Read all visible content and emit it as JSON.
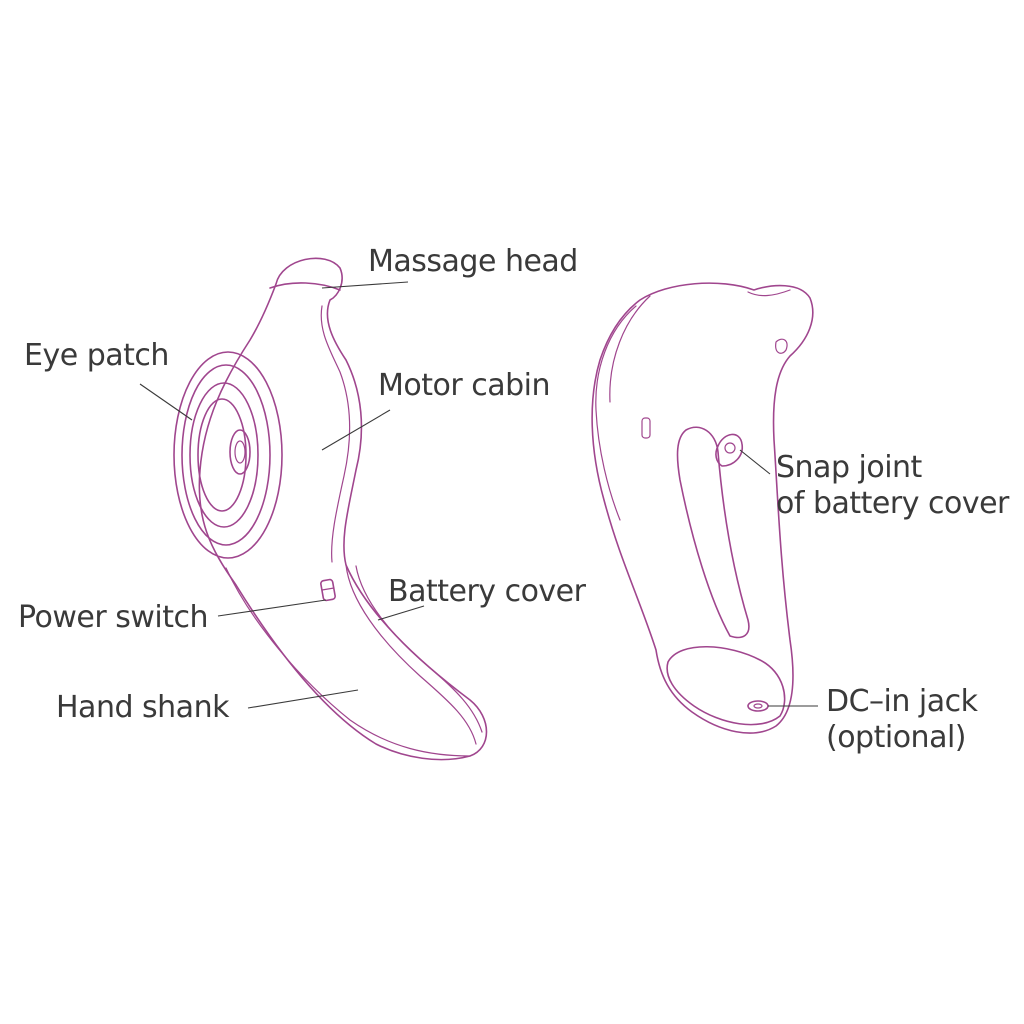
{
  "colors": {
    "outline": "#a0468e",
    "text": "#3a3a3a",
    "background": "#ffffff"
  },
  "labels": {
    "massage_head": "Massage head",
    "eye_patch": "Eye patch",
    "motor_cabin": "Motor cabin",
    "power_switch": "Power switch",
    "battery_cover": "Battery cover",
    "hand_shank": "Hand shank",
    "snap_joint_line1": "Snap joint",
    "snap_joint_line2": "of battery cover",
    "dc_in_line1": "DC–in jack",
    "dc_in_line2": "(optional)"
  }
}
